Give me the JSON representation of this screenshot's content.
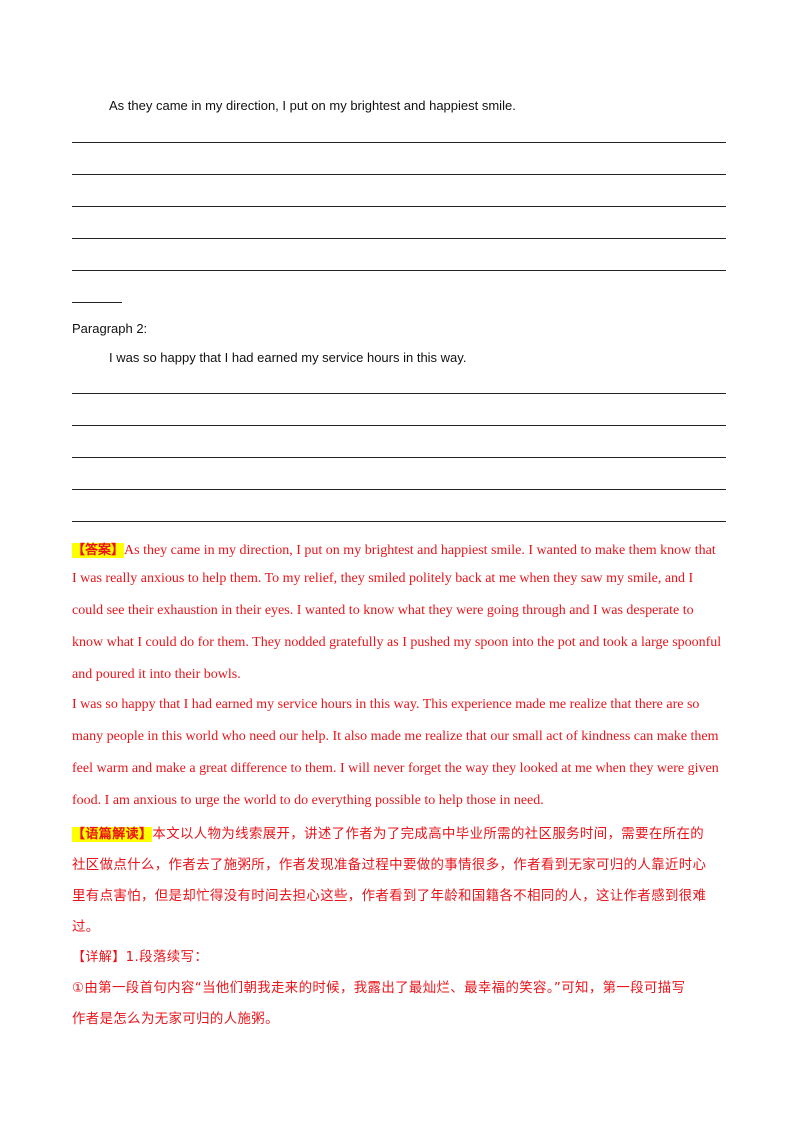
{
  "paragraph1": {
    "start_sentence": "As they came in my direction, I put on my brightest and happiest smile."
  },
  "paragraph2": {
    "label": "Paragraph 2:",
    "start_sentence": "I was so happy that I had earned my service hours in this way."
  },
  "answer": {
    "tag": "【答案】",
    "lines": [
      "As they came in my direction, I put on my brightest and happiest smile. I wanted to make them know that",
      "I was really anxious to help them. To my relief, they smiled politely back at me when they saw my smile, and I",
      "could see their exhaustion in their eyes. I wanted to know what they were going through and I was desperate to",
      "know what I could do for them. They nodded gratefully as I pushed my spoon into the pot and took a large spoonful",
      "and poured it into their bowls.",
      "I was so happy that I had earned my service hours in this way. This experience made me realize that there are so",
      "many people in this world who need our help. It also made me realize that our small act of kindness can make them",
      "feel warm and make a great difference to them. I will never forget the way they looked at me when they were given",
      "food. I am anxious to urge the world to do everything possible to help those in need."
    ]
  },
  "reading": {
    "tag": "【语篇解读】",
    "lines": [
      "本文以人物为线索展开，讲述了作者为了完成高中毕业所需的社区服务时间，需要在所在的",
      "社区做点什么，作者去了施粥所，作者发现准备过程中要做的事情很多，作者看到无家可归的人靠近时心",
      "里有点害怕，但是却忙得没有时间去担心这些，作者看到了年龄和国籍各不相同的人，这让作者感到很难",
      "过。"
    ]
  },
  "detail": {
    "tag": "【详解】",
    "heading": "1.段落续写：",
    "lines": [
      "①由第一段首句内容“当他们朝我走来的时候，我露出了最灿烂、最幸福的笑容。”可知，第一段可描写",
      "作者是怎么为无家可归的人施粥。"
    ]
  }
}
